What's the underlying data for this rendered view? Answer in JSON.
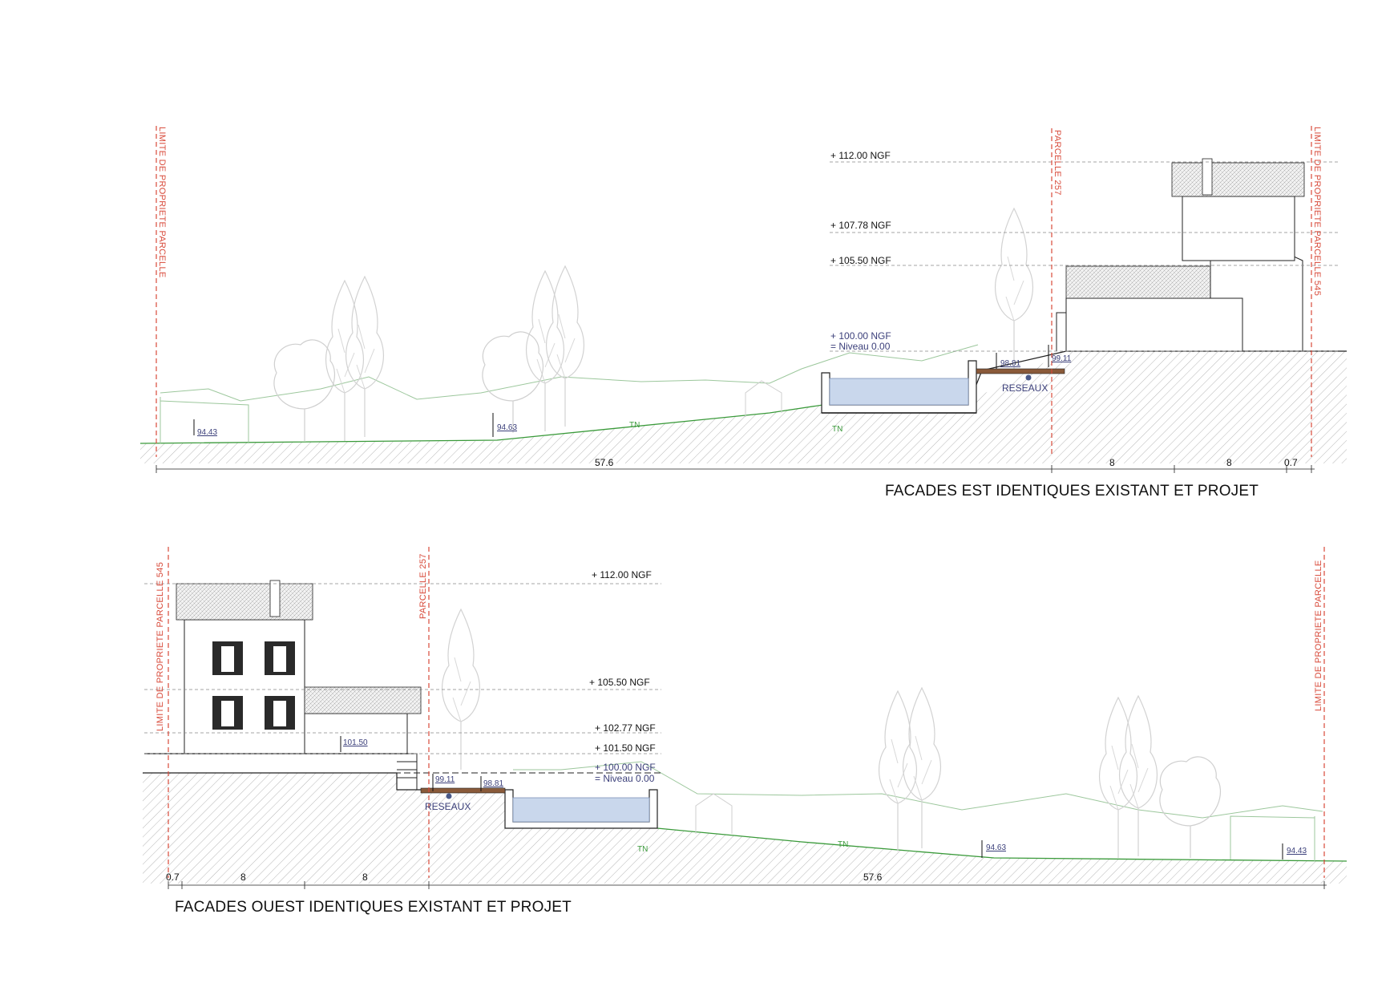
{
  "top": {
    "title": "FACADES EST IDENTIQUES EXISTANT ET PROJET",
    "limit_left": "LIMITE DE PROPRIETE PARCELLE",
    "parcelle_257": "PARCELLE 257",
    "limit_right": "LIMITE DE PROPRIETE PARCELLE 545",
    "levels": [
      "+ 112.00 NGF",
      "+ 107.78 NGF",
      "+ 105.50 NGF",
      "+ 100.00 NGF",
      "= Niveau 0.00"
    ],
    "spot_levels": [
      "94.43",
      "94.63",
      "98.81",
      "99.11"
    ],
    "reseaux": "RESEAUX",
    "tn": [
      "TN",
      "TN"
    ],
    "dimensions": [
      "57.6",
      "8",
      "8",
      "0.7"
    ]
  },
  "bottom": {
    "title": "FACADES OUEST IDENTIQUES EXISTANT ET PROJET",
    "limit_left": "LIMITE DE PROPRIETE PARCELLE 545",
    "parcelle_257": "PARCELLE 257",
    "limit_right": "LIMITE DE PROPRIETE PARCELLE",
    "levels": [
      "+ 112.00 NGF",
      "+ 105.50 NGF",
      "+ 102.77 NGF",
      "+ 101.50 NGF",
      "+ 100.00 NGF",
      "= Niveau 0.00"
    ],
    "spot_levels": [
      "101.50",
      "99.11",
      "98.81",
      "94.63",
      "94.43"
    ],
    "reseaux": "RESEAUX",
    "tn": [
      "TN",
      "TN"
    ],
    "dimensions": [
      "0.7",
      "8",
      "8",
      "57.6"
    ]
  },
  "colors": {
    "property_limit": "#d84a3a",
    "water": "#c9d7ec",
    "grass_line": "#3a9a3a",
    "hatch": "#9a9a9a",
    "tree": "#cfcfcf"
  }
}
